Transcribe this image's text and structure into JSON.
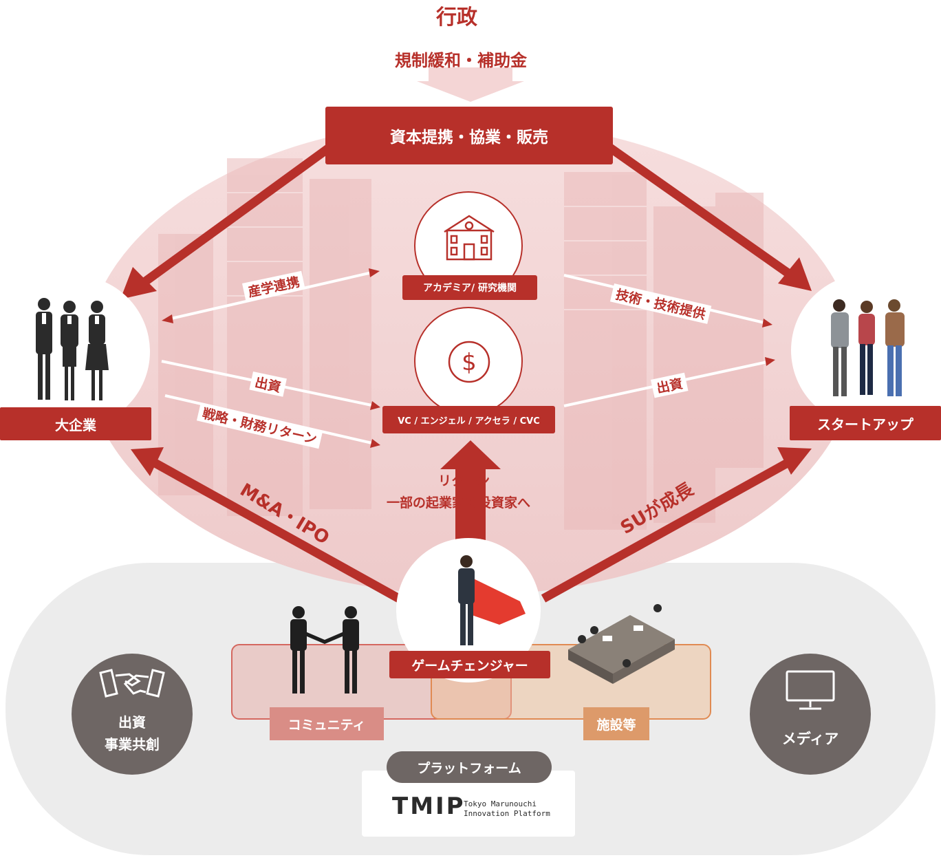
{
  "top": {
    "title": "行政",
    "subtitle": "規制緩和・補助金"
  },
  "center_box": "資本提携・協業・販売",
  "nodes": {
    "left": "大企業",
    "right": "スタートアップ",
    "academia": "アカデミア/ 研究機関",
    "vc": "VC / エンジェル / アクセラ / CVC",
    "game_changer": "ゲームチェンジャー"
  },
  "arrow_labels": {
    "industry_academia": "産学連携",
    "tech": "技術・技術提供",
    "invest_left": "出資",
    "strategic_return": "戦略・財務リターン",
    "invest_right": "出資",
    "return_line1": "リターン",
    "return_line2": "一部の起業家は投資家へ",
    "ma_ipo": "M&A・IPO",
    "su_growth": "SUが成長"
  },
  "platform": {
    "left_circle_line1": "出資",
    "left_circle_line2": "事業共創",
    "right_circle": "メディア",
    "community": "コミュニティ",
    "facilities": "施設等",
    "platform_label": "プラットフォーム",
    "logo_text": "TMIP",
    "logo_line1": "Tokyo Marunouchi",
    "logo_line2": "Innovation Platform"
  },
  "colors": {
    "red": "#b7302a",
    "pink_bg": "#f1d2d2",
    "gray_bg": "#ececec",
    "dark_gray": "#6e6664",
    "community": "#d98d86",
    "facilities": "#dd9a6a"
  },
  "icons": [
    "school-building-icon",
    "dollar-icon",
    "handshake-icon",
    "monitor-icon"
  ]
}
